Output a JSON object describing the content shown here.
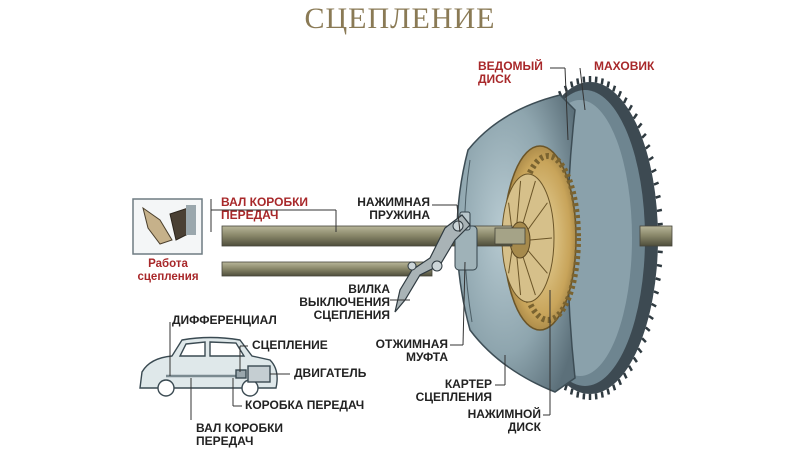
{
  "title": "СЦЕПЛЕНИЕ",
  "labels": {
    "driven_disc": "ВЕДОМЫЙ\nДИСК",
    "flywheel": "МАХОВИК",
    "gearbox_shaft": "ВАЛ КОРОБКИ\nПЕРЕДАЧ",
    "pressure_spring": "НАЖИМНАЯ\nПРУЖИНА",
    "release_fork": "ВИЛКА\nВЫКЛЮЧЕНИЯ\nСЦЕПЛЕНИЯ",
    "release_bearing": "ОТЖИМНАЯ\nМУФТА",
    "clutch_housing": "КАРТЕР\nСЦЕПЛЕНИЯ",
    "pressure_plate": "НАЖИМНОЙ\nДИСК",
    "clutch_operation": "Работа\nсцепления"
  },
  "car_labels": {
    "differential": "ДИФФЕРЕНЦИАЛ",
    "clutch": "СЦЕПЛЕНИЕ",
    "engine": "ДВИГАТЕЛЬ",
    "gearbox": "КОРОБКА ПЕРЕДАЧ",
    "propeller_shaft": "ВАЛ КОРОБКИ\nПЕРЕДАЧ"
  },
  "colors": {
    "accent_red": "#a8282a",
    "title": "#8a7a55",
    "housing": "#7d96a0",
    "flywheel": "#5f7480",
    "disc": "#c8a45a",
    "shaft": "#8c8a6c"
  }
}
